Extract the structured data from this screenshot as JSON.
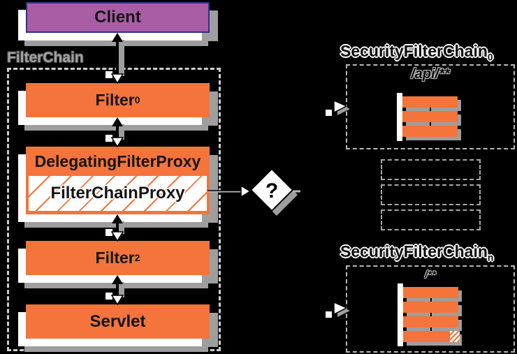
{
  "left_column": {
    "client_label": "Client",
    "container_label": "FilterChain",
    "filter0_label": "Filter",
    "filter0_sub": "0",
    "delegating_label": "DelegatingFilterProxy",
    "proxy_label": "FilterChainProxy",
    "filter2_label": "Filter",
    "filter2_sub": "2",
    "servlet_label": "Servlet"
  },
  "decision_diamond": {
    "label": "?"
  },
  "security_chain_0": {
    "label": "SecurityFilterChain",
    "label_sub": "0",
    "url_pattern": "/api/**",
    "filter_count": 3
  },
  "placeholder_chains": {
    "count": 3
  },
  "security_chain_n": {
    "label": "SecurityFilterChain",
    "label_sub": "n",
    "url_pattern": "/**",
    "filter_count": 4
  },
  "colors": {
    "orange": "#F4743B",
    "purple": "#A95DA4",
    "purple_border": "#2F2F8F",
    "shadow_gray": "#9E9E9E",
    "dash_gray": "#CFCFCF"
  }
}
